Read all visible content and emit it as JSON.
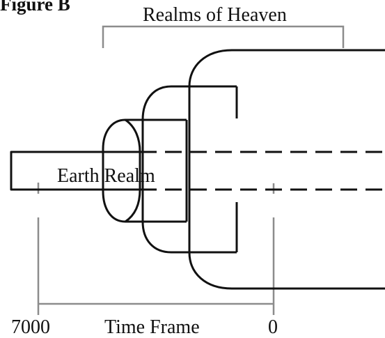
{
  "figure": {
    "title": "Figure B",
    "heaven_label": "Realms of Heaven",
    "earth_label": "Earth Realm",
    "timeline": {
      "left_value": "7000",
      "axis_label": "Time Frame",
      "right_value": "0"
    }
  },
  "colors": {
    "outline": "#111111",
    "bracket": "#8c8c8c",
    "background": "#ffffff"
  }
}
